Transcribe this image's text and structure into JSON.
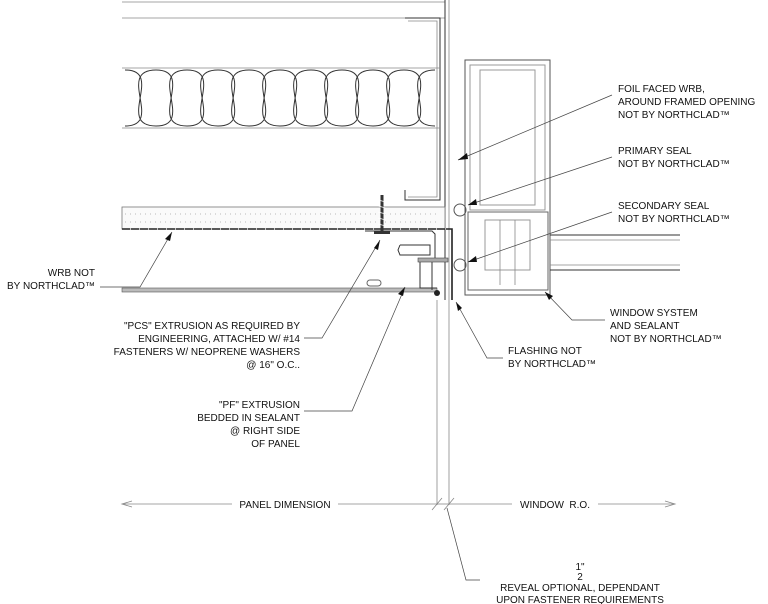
{
  "labels": {
    "foil_wrb": [
      "FOIL FACED WRB,",
      "AROUND FRAMED OPENING",
      "NOT BY NORTHCLAD™"
    ],
    "primary_seal": [
      "PRIMARY SEAL",
      "NOT BY NORTHCLAD™"
    ],
    "secondary_seal": [
      "SECONDARY SEAL",
      "NOT BY NORTHCLAD™"
    ],
    "wrb": [
      "WRB NOT",
      "BY NORTHCLAD™"
    ],
    "window_system": [
      "WINDOW SYSTEM",
      "AND SEALANT",
      "NOT BY NORTHCLAD™"
    ],
    "flashing": [
      "FLASHING NOT",
      "BY NORTHCLAD™"
    ],
    "pcs": [
      "\"PCS\" EXTRUSION AS REQUIRED BY",
      "ENGINEERING, ATTACHED W/ #14",
      "FASTENERS W/ NEOPRENE WASHERS",
      "@ 16\" O.C.."
    ],
    "pf": [
      "\"PF\" EXTRUSION",
      "BEDDED IN SEALANT",
      "@ RIGHT SIDE",
      "OF PANEL"
    ],
    "reveal": [
      "1\"",
      "2",
      "REVEAL OPTIONAL, DEPENDANT",
      "UPON FASTENER REQUIREMENTS"
    ]
  },
  "dimensions": {
    "panel": "PANEL DIMENSION",
    "window": "WINDOW  R.O."
  }
}
